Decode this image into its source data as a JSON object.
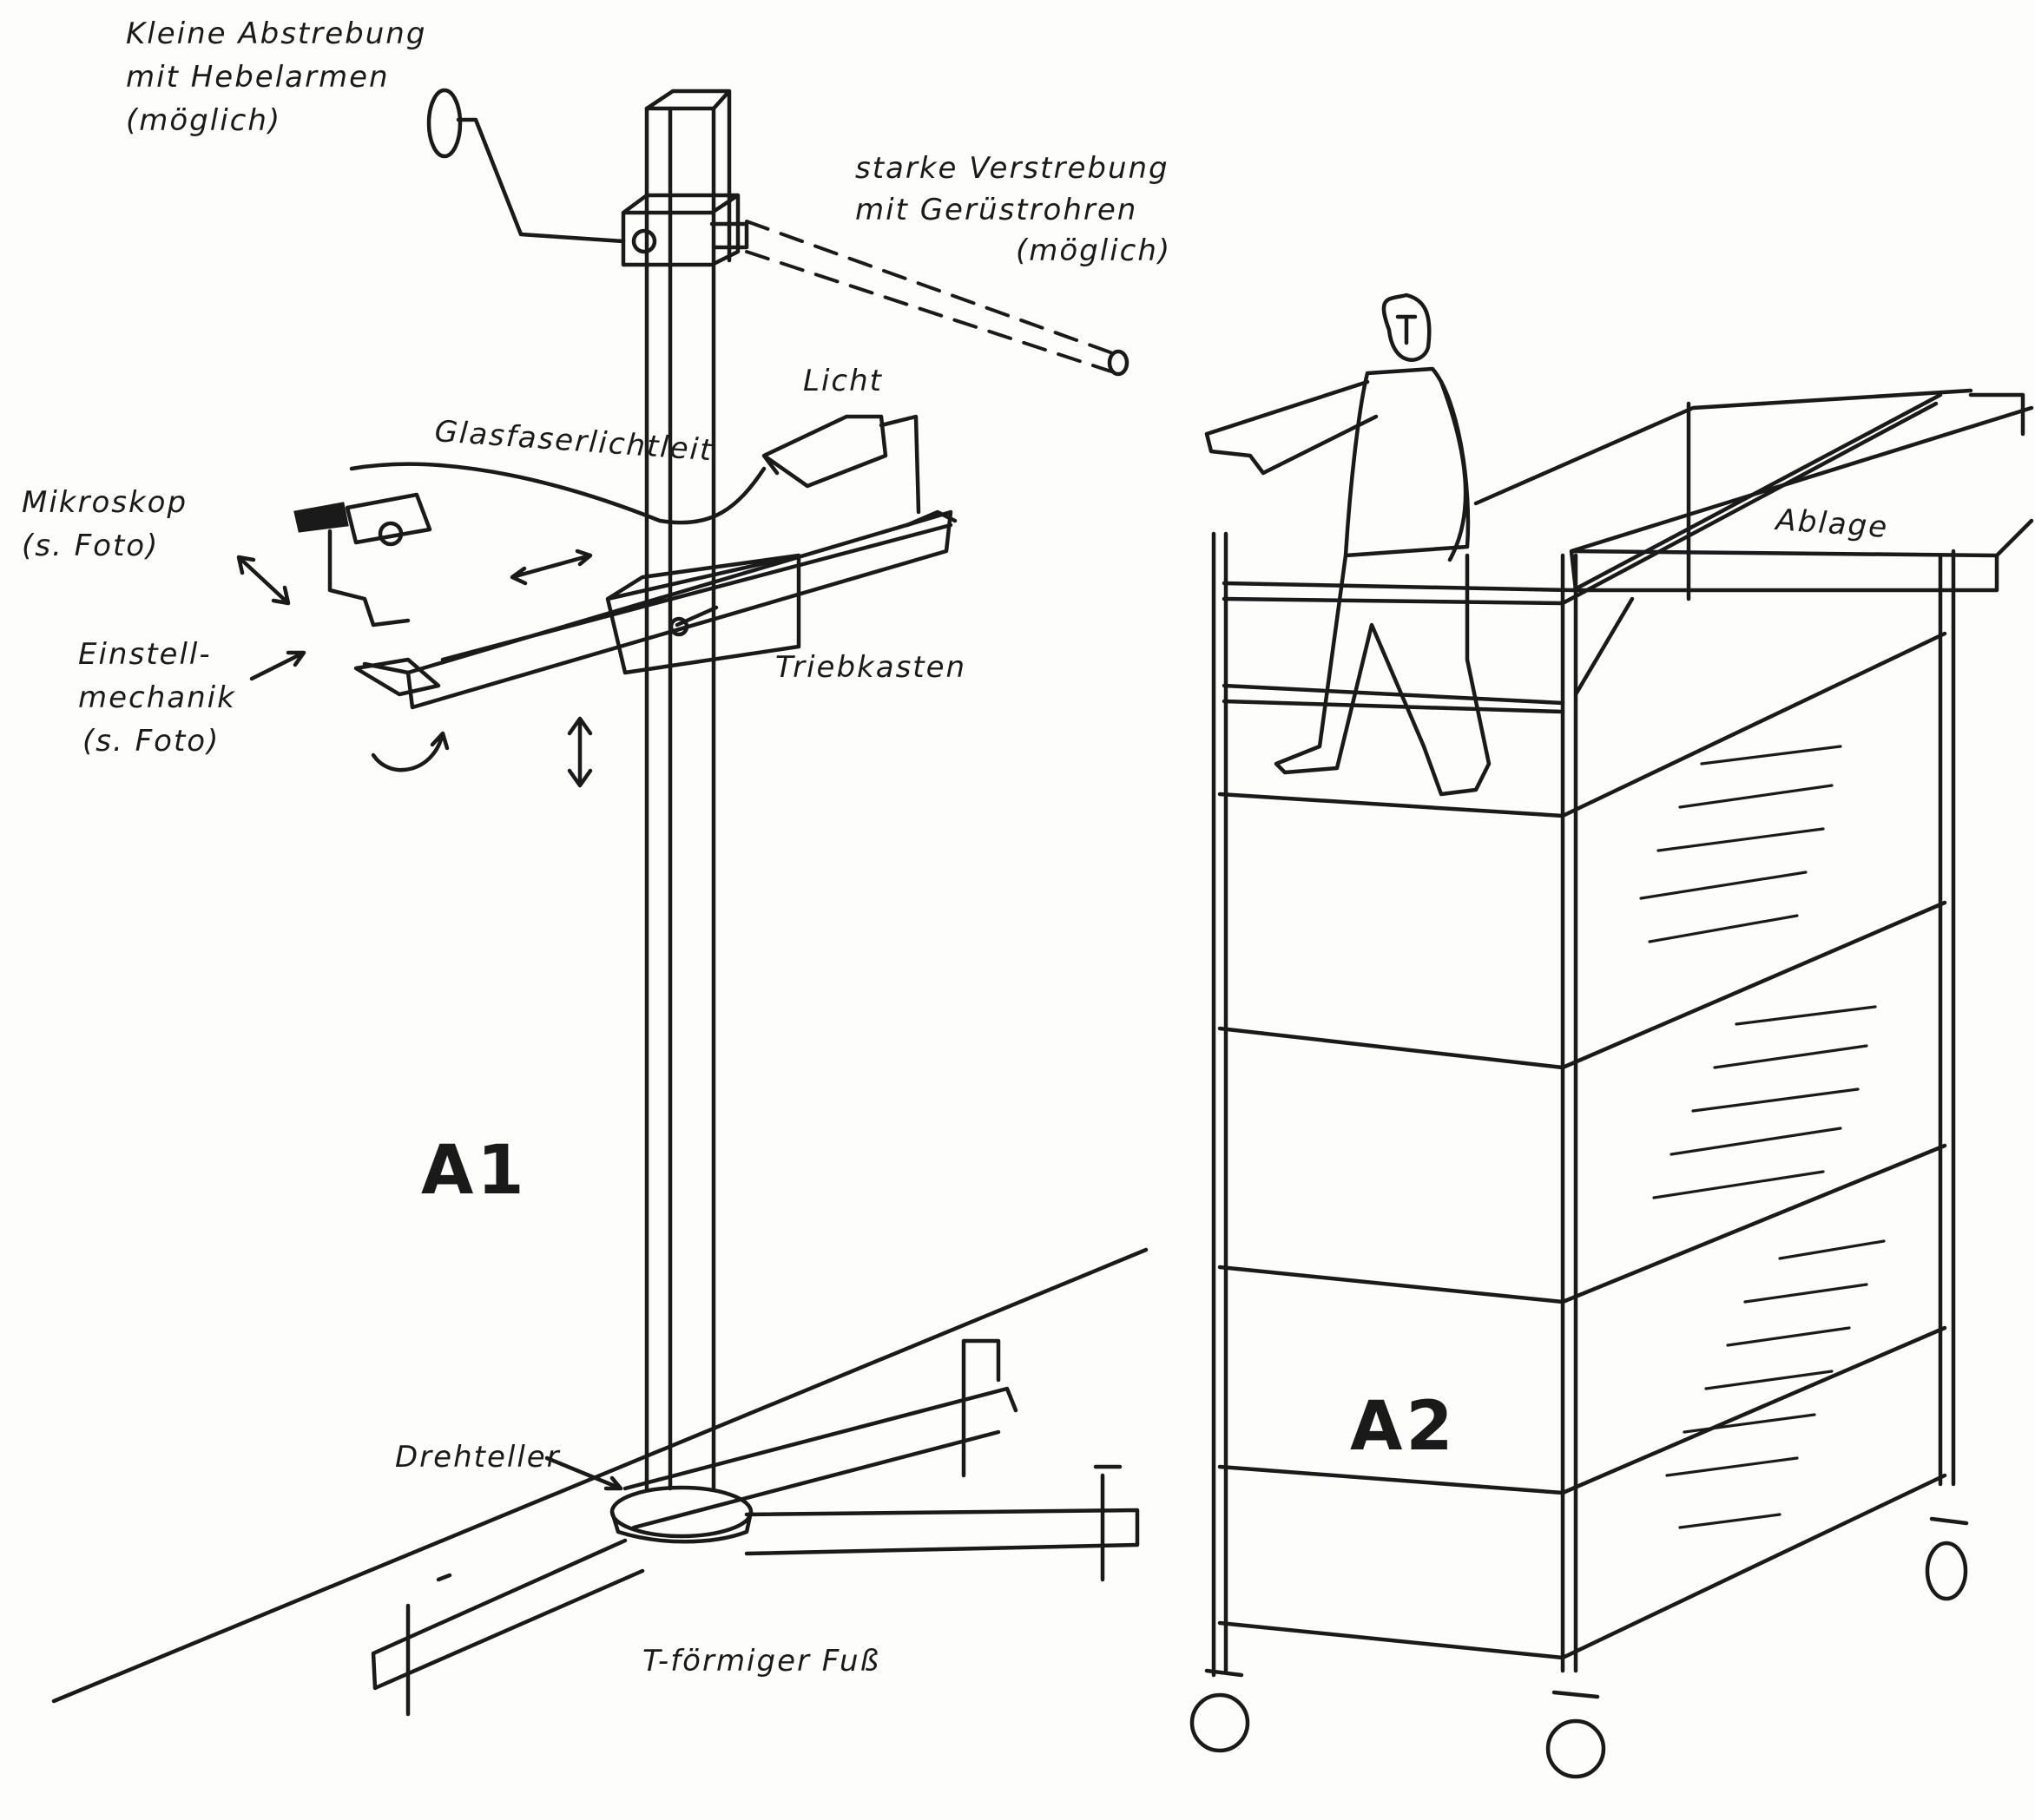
{
  "labels": {
    "kleine_abstrebung_1": "Kleine Abstrebung",
    "kleine_abstrebung_2": "mit Hebelarmen",
    "kleine_abstrebung_3": "(möglich)",
    "starke_verstrebung_1": "starke Verstrebung",
    "starke_verstrebung_2": "mit Gerüstrohren",
    "starke_verstrebung_3": "(möglich)",
    "licht": "Licht",
    "glasfaser": "Glasfaserlichtleit",
    "mikroskop_1": "Mikroskop",
    "mikroskop_2": "(s. Foto)",
    "einstell_1": "Einstell-",
    "einstell_2": "mechanik",
    "einstell_3": "(s. Foto)",
    "triebkasten": "Triebkasten",
    "drehteller": "Drehteller",
    "t_fuss": "T-förmiger Fuß",
    "ablage": "Ablage",
    "a1": "A1",
    "a2": "A2"
  },
  "colors": {
    "ink": "#1a1a1a",
    "paper": "#fdfdfb"
  }
}
